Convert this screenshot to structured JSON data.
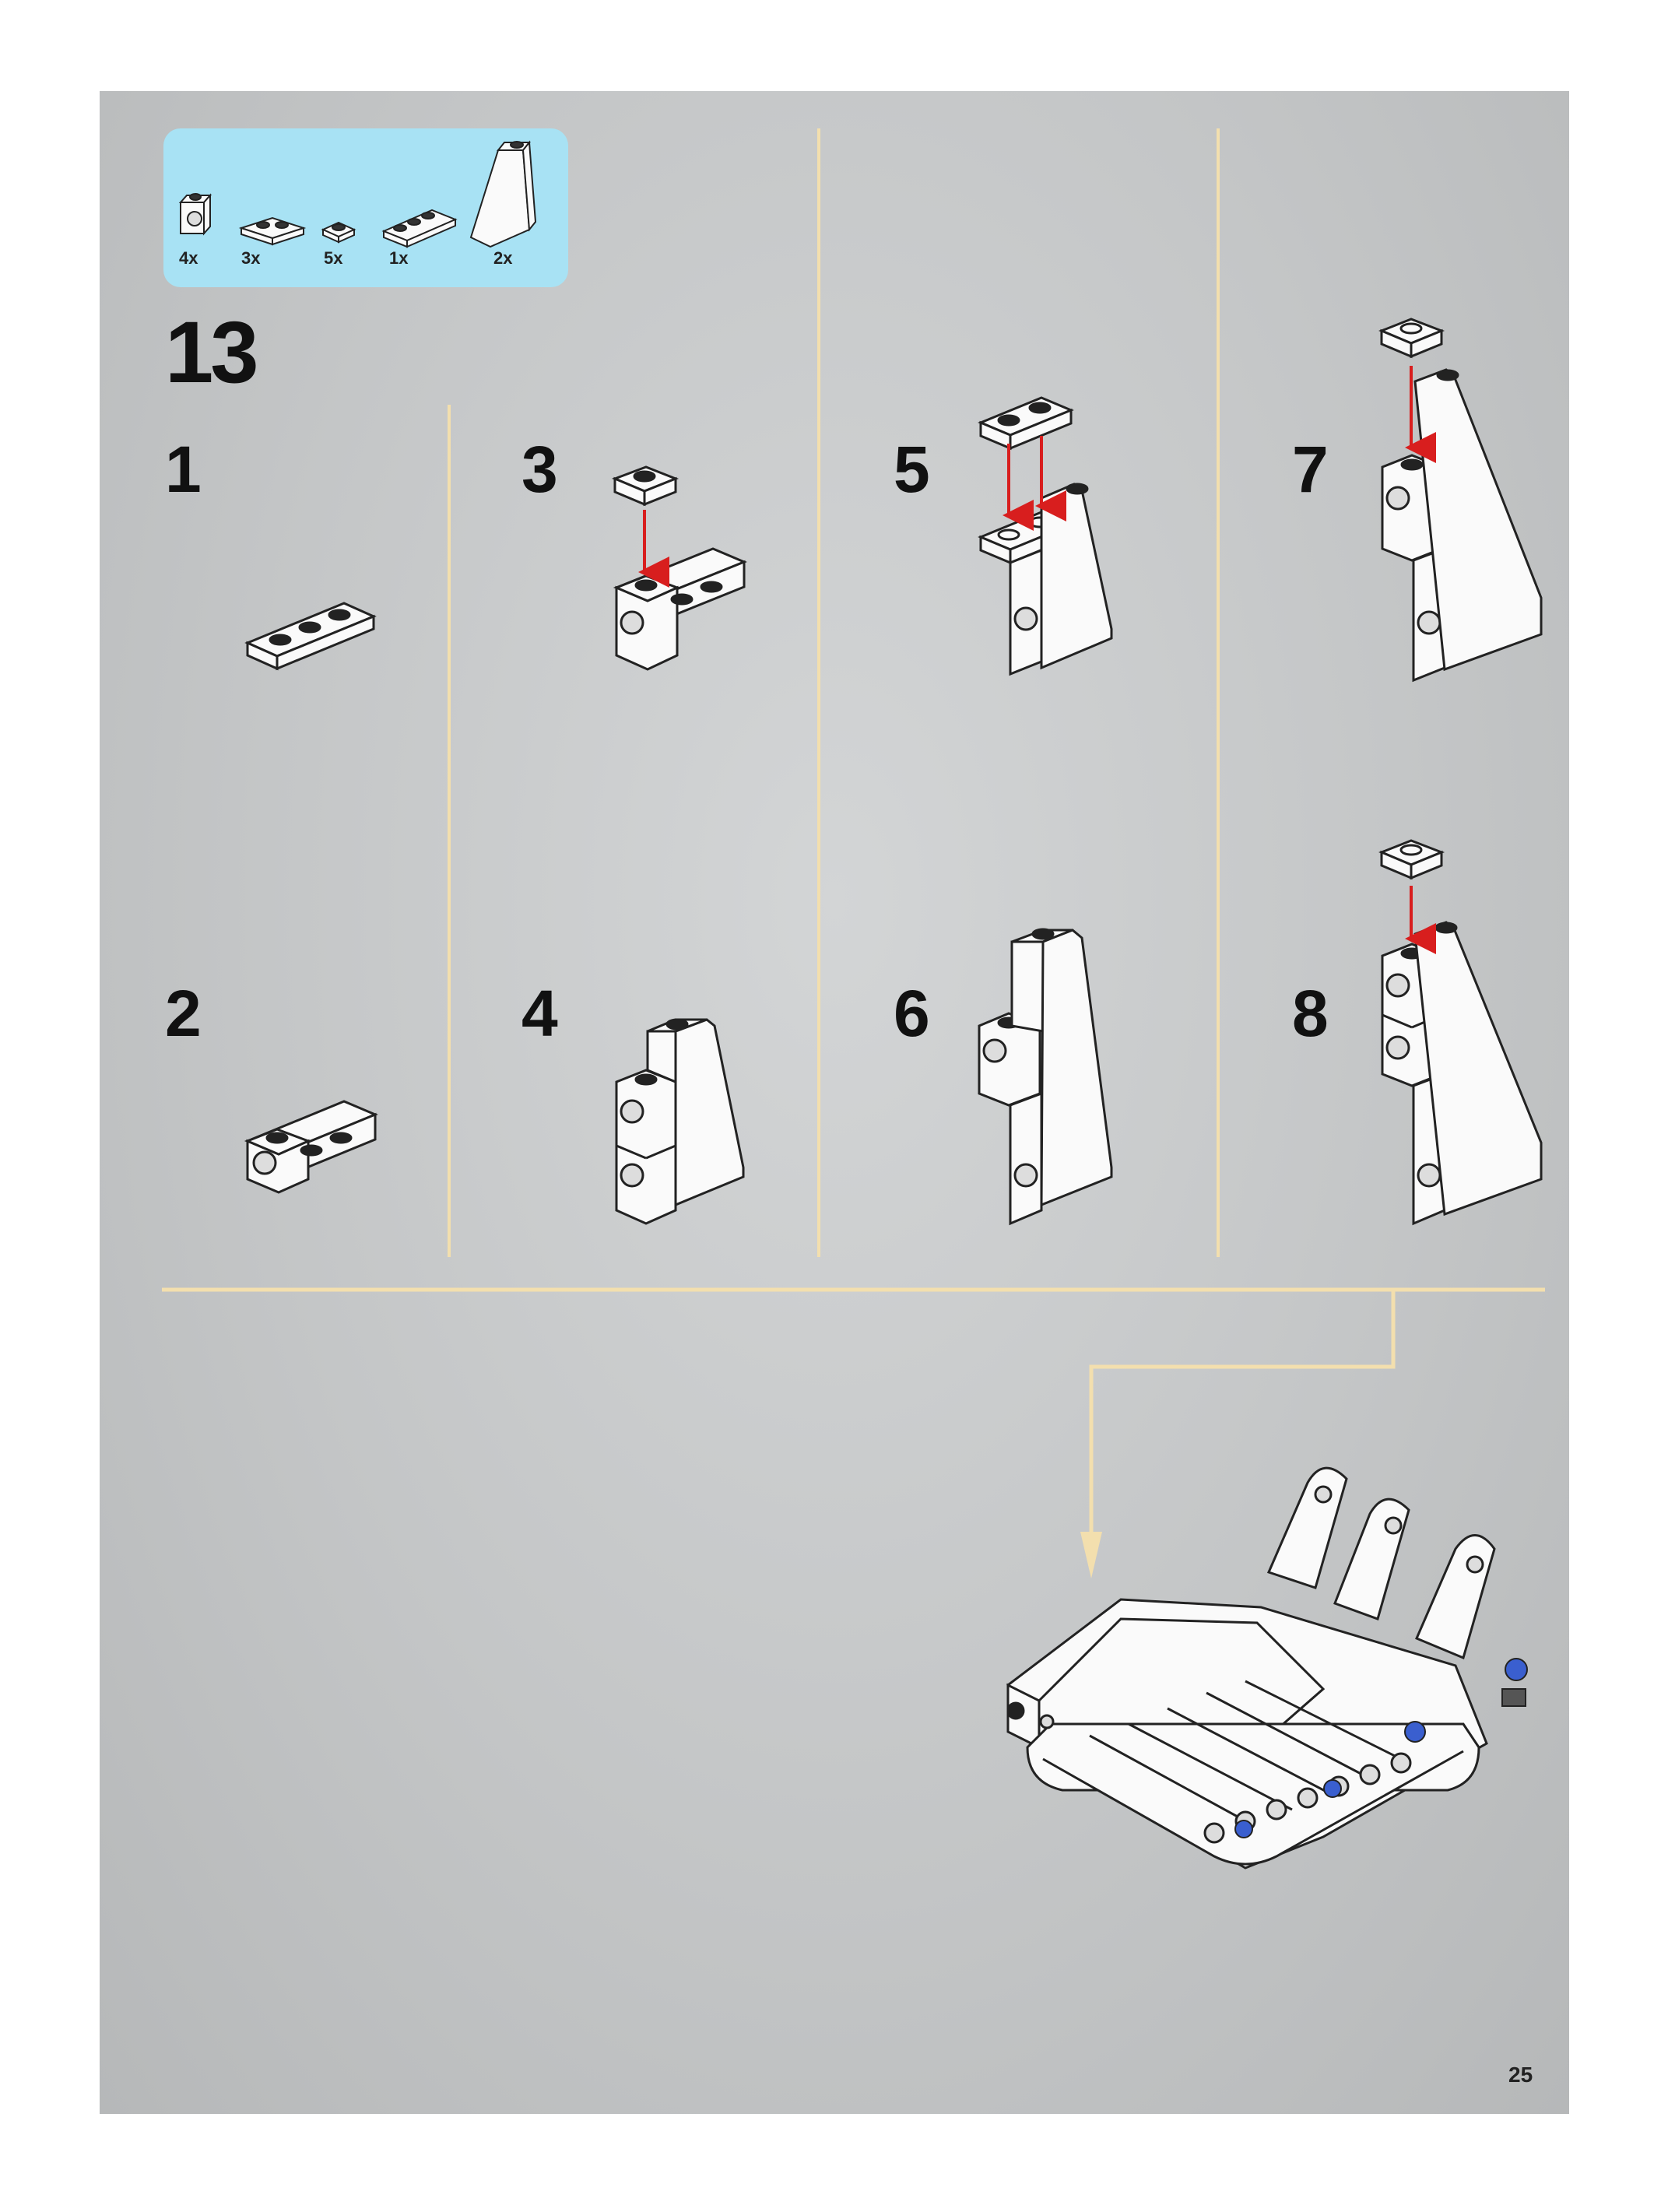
{
  "parts_callout": {
    "quantities": [
      "4x",
      "3x",
      "5x",
      "1x",
      "2x"
    ]
  },
  "step": {
    "main_number": "13",
    "substeps": [
      "1",
      "2",
      "3",
      "4",
      "5",
      "6",
      "7",
      "8"
    ]
  },
  "page_number": "25"
}
